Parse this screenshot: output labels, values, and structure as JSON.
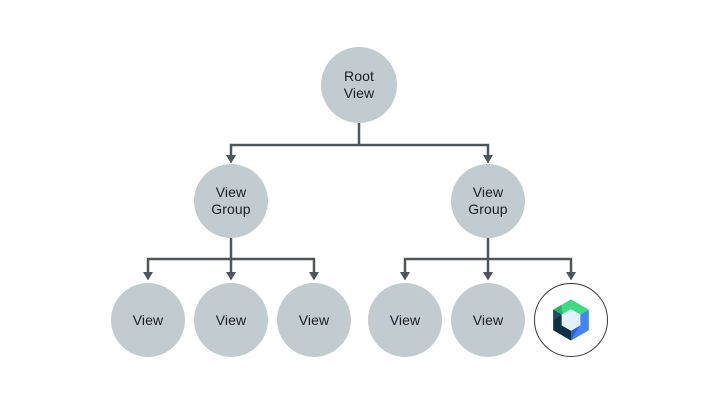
{
  "colors": {
    "node-fill": "#c1cbd0",
    "line": "#4d565b",
    "text": "#1c1e21",
    "compose-ring": "#34383b",
    "logo-green": "#3ddc84",
    "logo-green-dark": "#2ab06a",
    "logo-blue": "#4285f4",
    "logo-blue-dark": "#2b63d4",
    "logo-navy": "#0c3144",
    "logo-navy-light": "#1a4f64",
    "logo-hex": "#e2f2fc"
  },
  "diagram": {
    "nodes": {
      "root": {
        "label": "Root\nView"
      },
      "group_left": {
        "label": "View\nGroup"
      },
      "group_right": {
        "label": "View\nGroup"
      },
      "view1": {
        "label": "View"
      },
      "view2": {
        "label": "View"
      },
      "view3": {
        "label": "View"
      },
      "view4": {
        "label": "View"
      },
      "view5": {
        "label": "View"
      },
      "compose": {
        "icon": "jetpack-compose-logo"
      }
    }
  }
}
